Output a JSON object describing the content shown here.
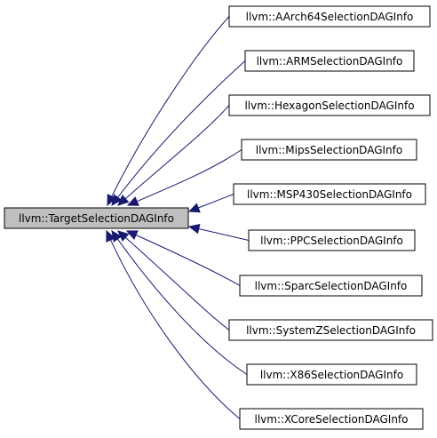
{
  "diagram": {
    "base_class": "llvm::TargetSelectionDAGInfo",
    "derived_classes": [
      "llvm::AArch64SelectionDAGInfo",
      "llvm::ARMSelectionDAGInfo",
      "llvm::HexagonSelectionDAGInfo",
      "llvm::MipsSelectionDAGInfo",
      "llvm::MSP430SelectionDAGInfo",
      "llvm::PPCSelectionDAGInfo",
      "llvm::SparcSelectionDAGInfo",
      "llvm::SystemZSelectionDAGInfo",
      "llvm::X86SelectionDAGInfo",
      "llvm::XCoreSelectionDAGInfo"
    ],
    "colors": {
      "edge": "#191970",
      "base_fill": "#bfbfbf",
      "node_fill": "#ffffff",
      "node_border": "#000000"
    }
  }
}
